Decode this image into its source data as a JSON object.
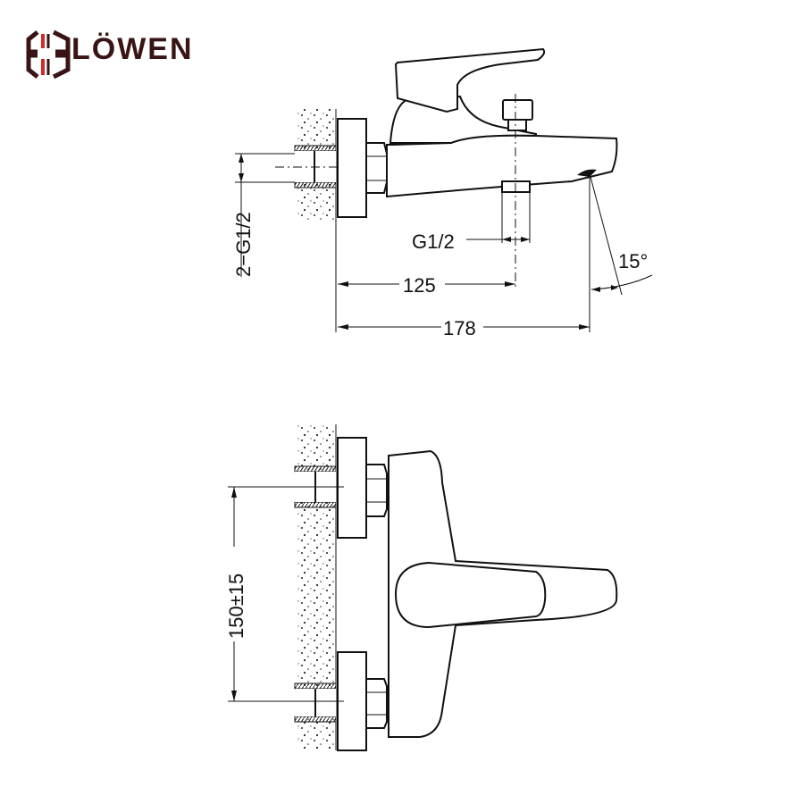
{
  "brand": {
    "name": "LÖWEN",
    "primary_color": "#3a1414",
    "accent_color": "#d42a2a"
  },
  "side_view": {
    "inlet_label": "2−G1/2",
    "outlet_label": "G1/2",
    "dim_to_outlet": "125",
    "dim_total": "178",
    "spout_angle": "15°"
  },
  "front_view": {
    "inlet_spacing": "150±15"
  }
}
